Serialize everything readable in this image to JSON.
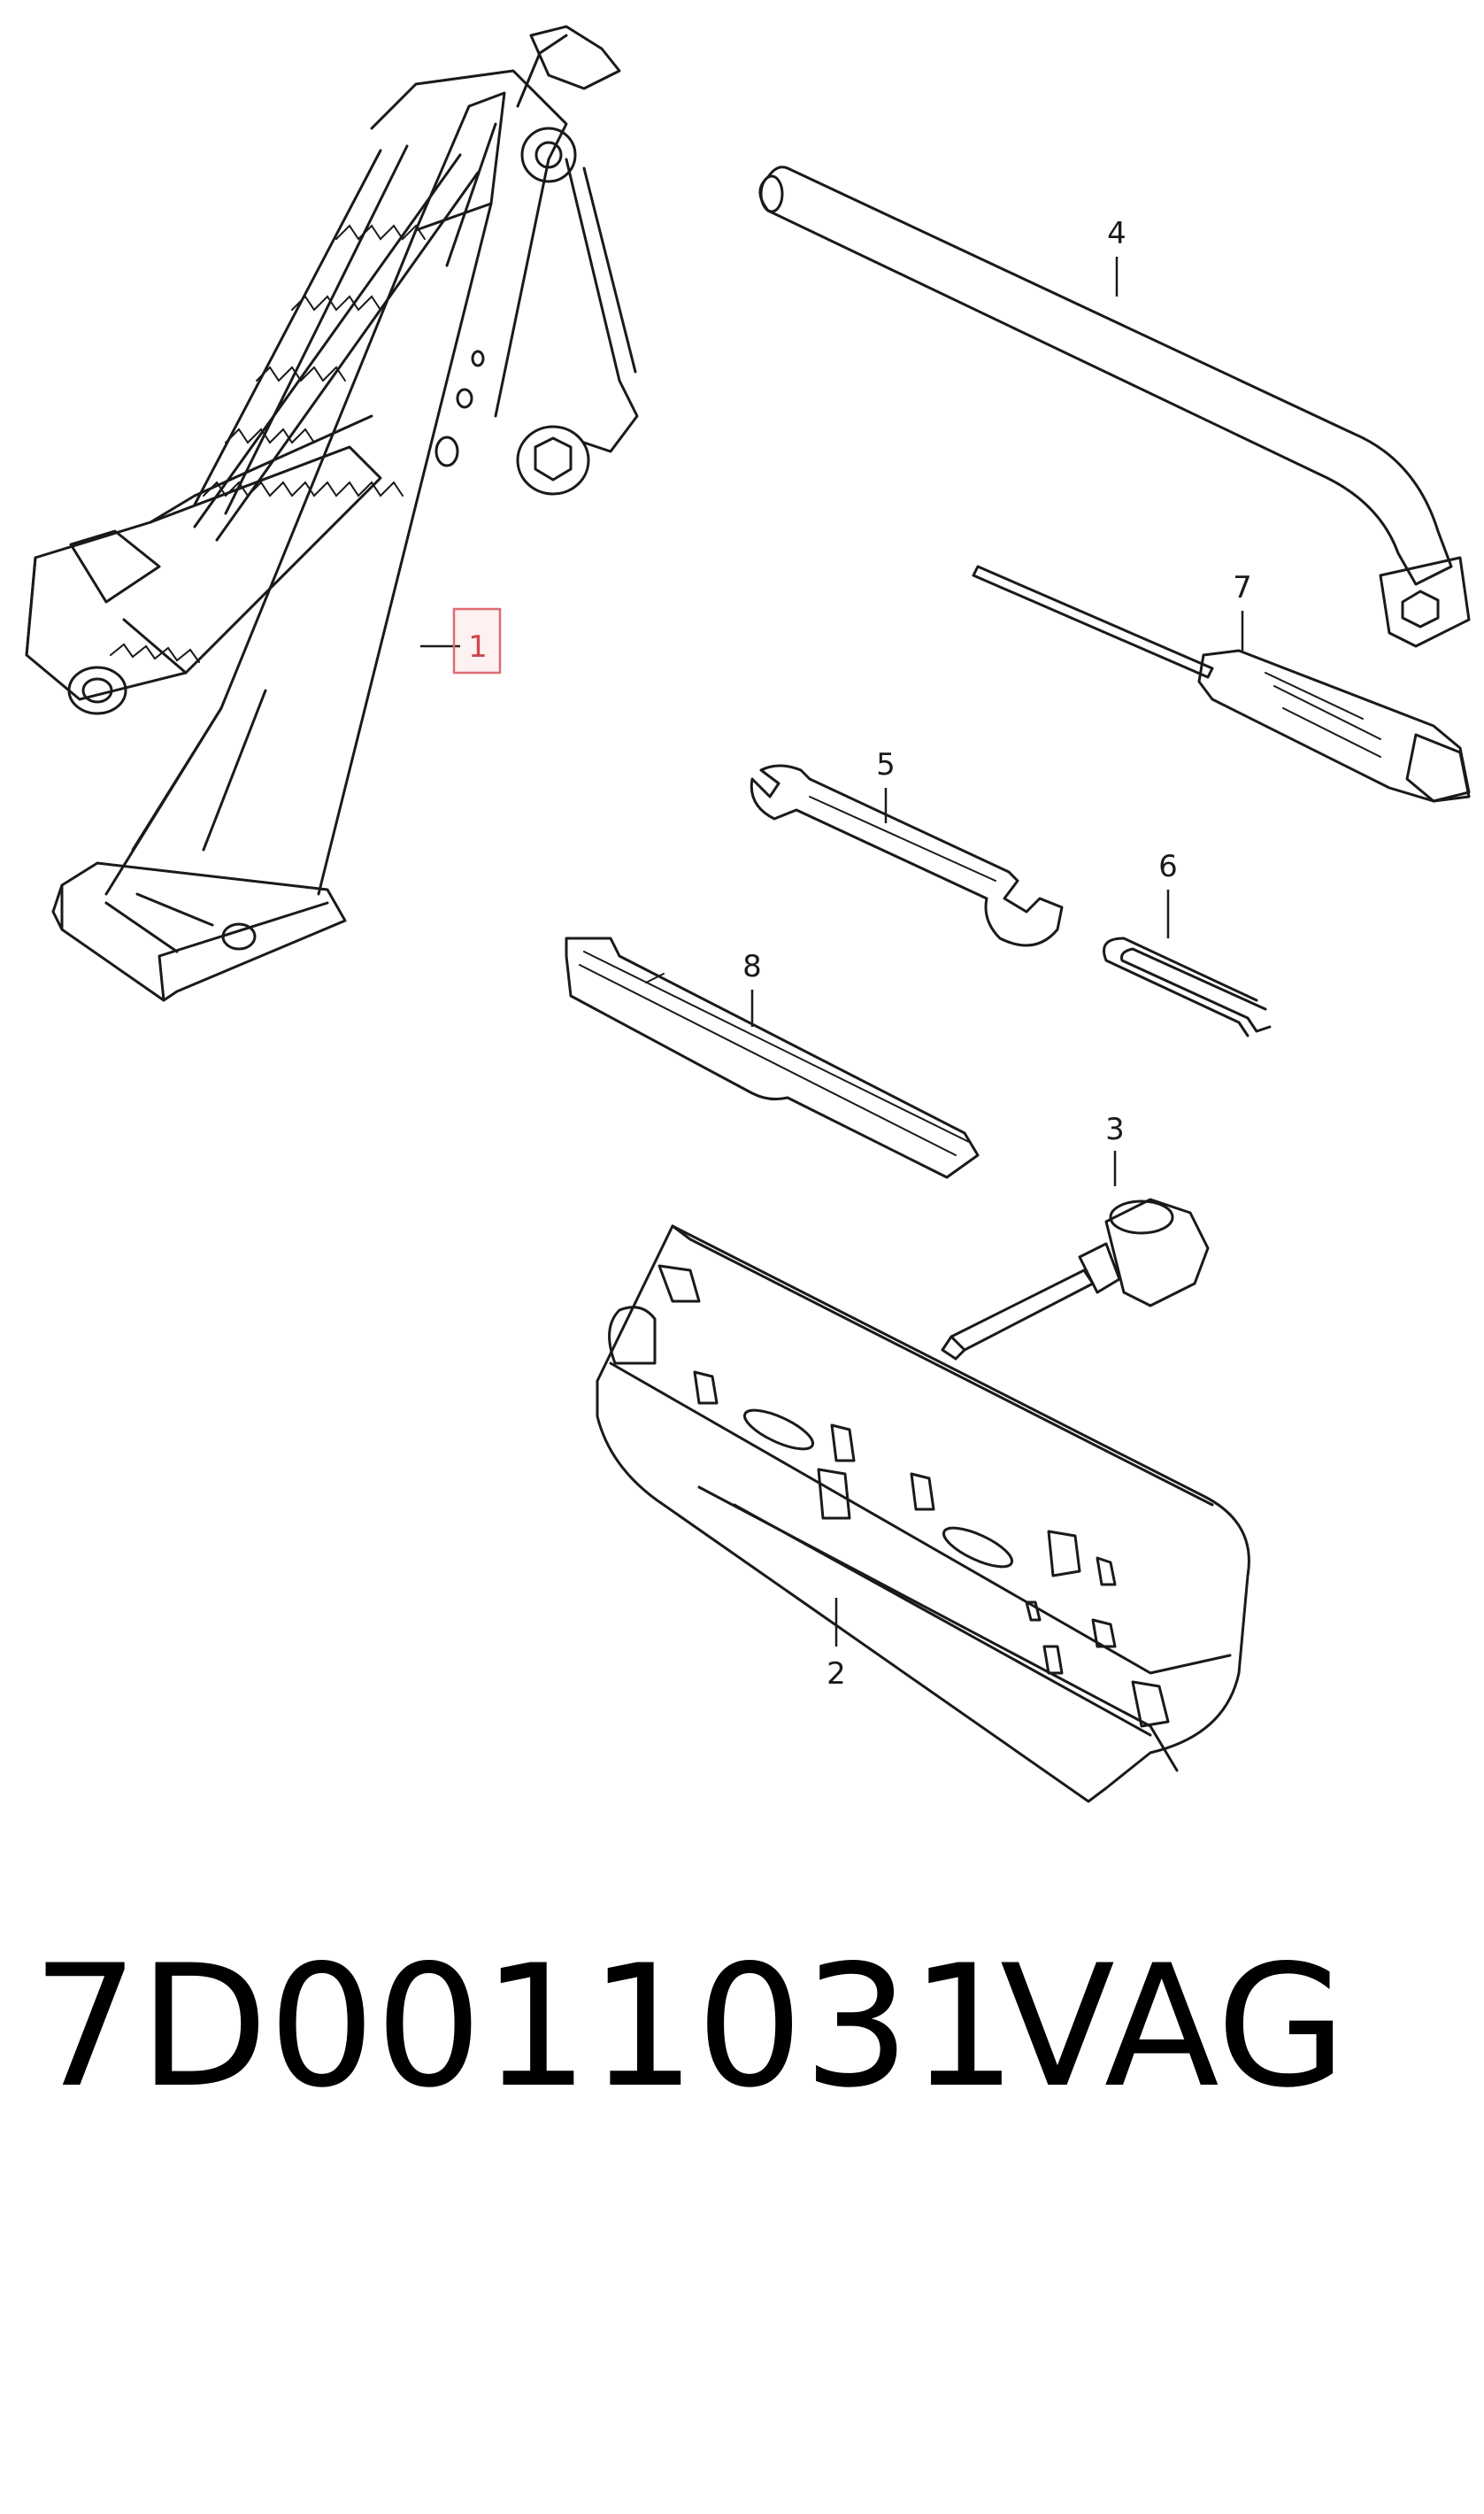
{
  "diagram": {
    "callouts": [
      {
        "id": "1",
        "label": "1",
        "highlighted": true
      },
      {
        "id": "2",
        "label": "2",
        "highlighted": false
      },
      {
        "id": "3",
        "label": "3",
        "highlighted": false
      },
      {
        "id": "4",
        "label": "4",
        "highlighted": false
      },
      {
        "id": "5",
        "label": "5",
        "highlighted": false
      },
      {
        "id": "6",
        "label": "6",
        "highlighted": false
      },
      {
        "id": "7",
        "label": "7",
        "highlighted": false
      },
      {
        "id": "8",
        "label": "8",
        "highlighted": false
      }
    ],
    "highlight_color": "#e06b74"
  },
  "caption": {
    "part_number": "7D0011031",
    "brand": "VAG"
  }
}
